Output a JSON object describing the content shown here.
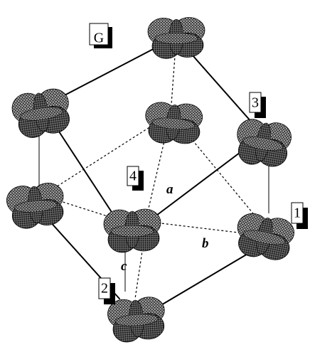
{
  "labels": {
    "G": "G",
    "site1": "1",
    "site2": "2",
    "site3": "3",
    "site4": "4"
  },
  "axes": {
    "a": "a",
    "b": "b",
    "c": "c"
  },
  "colors": {
    "ink": "#000000",
    "lobe_dark": "#3a3a3a",
    "lobe_mid": "#6a6a6a",
    "lobe_light": "#a6a6a6",
    "background": "#ffffff"
  }
}
